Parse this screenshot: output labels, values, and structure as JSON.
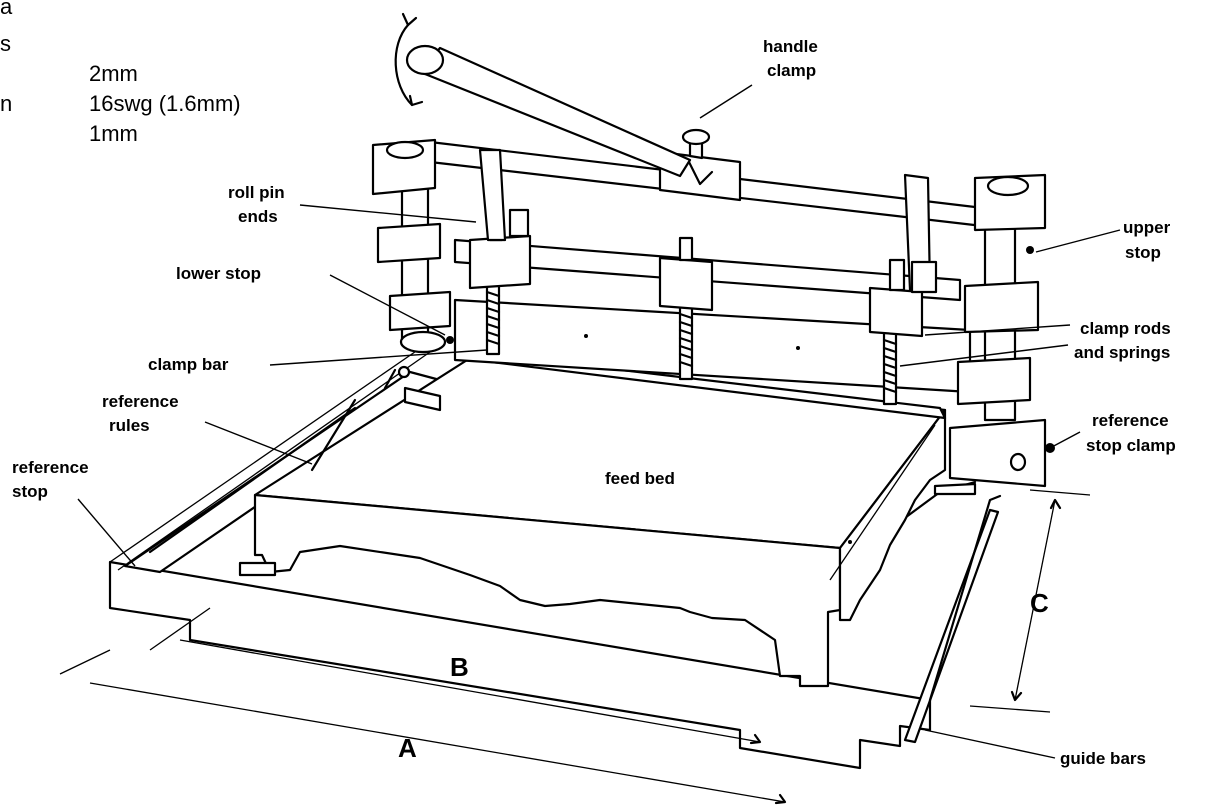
{
  "specs": {
    "partial": [
      "a",
      "s",
      "n"
    ],
    "values": [
      "2mm",
      "16swg (1.6mm)",
      "1mm"
    ]
  },
  "labels": {
    "handle_clamp": [
      "handle",
      "clamp"
    ],
    "roll_pin_ends": [
      "roll pin",
      "ends"
    ],
    "upper_stop": [
      "upper",
      "stop"
    ],
    "lower_stop": "lower stop",
    "clamp_rods": [
      "clamp rods",
      "and springs"
    ],
    "clamp_bar": "clamp bar",
    "reference_rules": [
      "reference",
      "rules"
    ],
    "reference_stop_clamp": [
      "reference",
      "stop clamp"
    ],
    "reference_stop": [
      "reference",
      "stop"
    ],
    "feed_bed": "feed bed",
    "guide_bars": "guide bars"
  },
  "dimensions": {
    "a": "A",
    "b": "B",
    "c": "C"
  }
}
